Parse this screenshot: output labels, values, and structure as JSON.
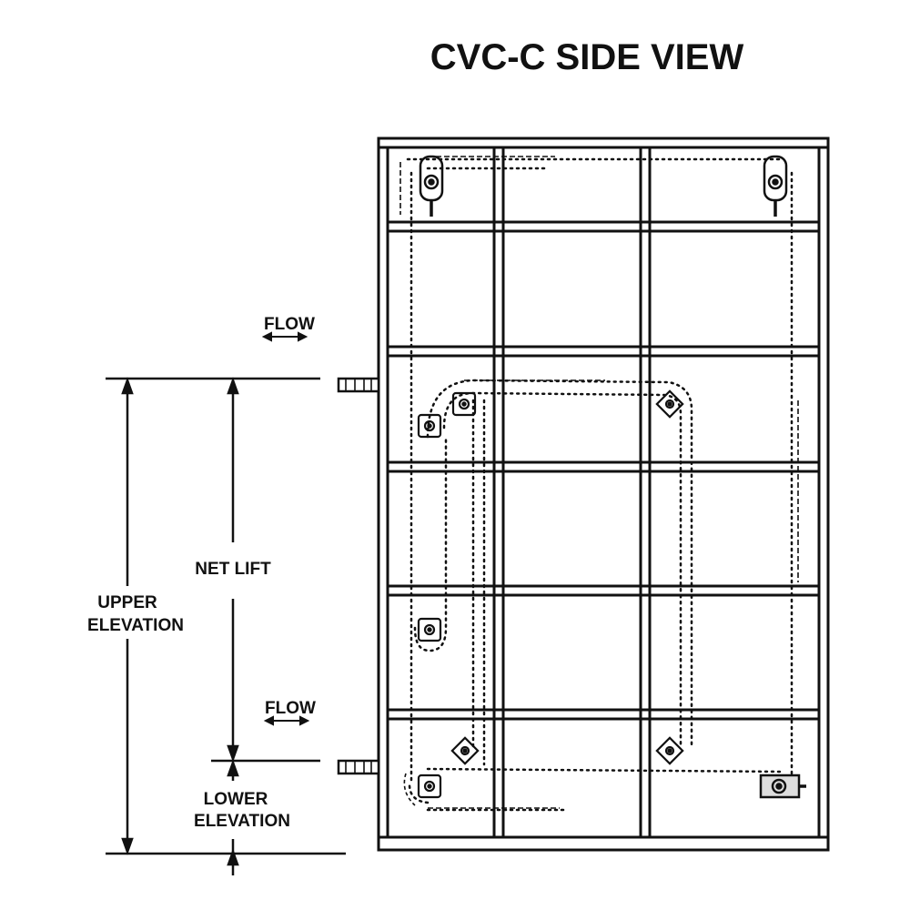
{
  "title": "CVC-C SIDE VIEW",
  "labels": {
    "flow_upper": "FLOW",
    "flow_lower": "FLOW",
    "net_lift": "NET LIFT",
    "upper_elevation_line1": "UPPER",
    "upper_elevation_line2": "ELEVATION",
    "lower_elevation_line1": "LOWER",
    "lower_elevation_line2": "ELEVATION"
  },
  "colors": {
    "ink": "#111111",
    "background": "#ffffff"
  },
  "icons": {
    "upper_left_drive": "sprocket-icon",
    "upper_right_drive": "sprocket-icon",
    "idler": "idler-sprocket-icon",
    "lower_right_drive": "drive-motor-icon"
  }
}
